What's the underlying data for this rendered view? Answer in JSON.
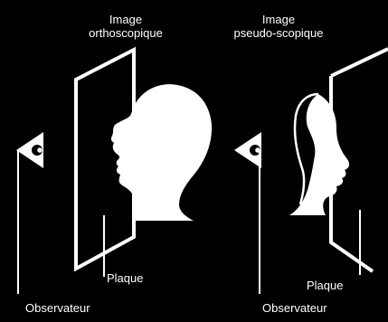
{
  "left_panel": {
    "title_line1": "Image",
    "title_line2": "orthoscopique",
    "plate_label": "Plaque",
    "observer_label": "Observateur"
  },
  "right_panel": {
    "title_line1": "Image",
    "title_line2": "pseudo-scopique",
    "plate_label": "Plaque",
    "observer_label": "Observateur"
  },
  "colors": {
    "background": "#000000",
    "foreground": "#ffffff"
  },
  "icons": [
    "eye-icon",
    "head-silhouette-icon",
    "hollow-head-icon"
  ]
}
